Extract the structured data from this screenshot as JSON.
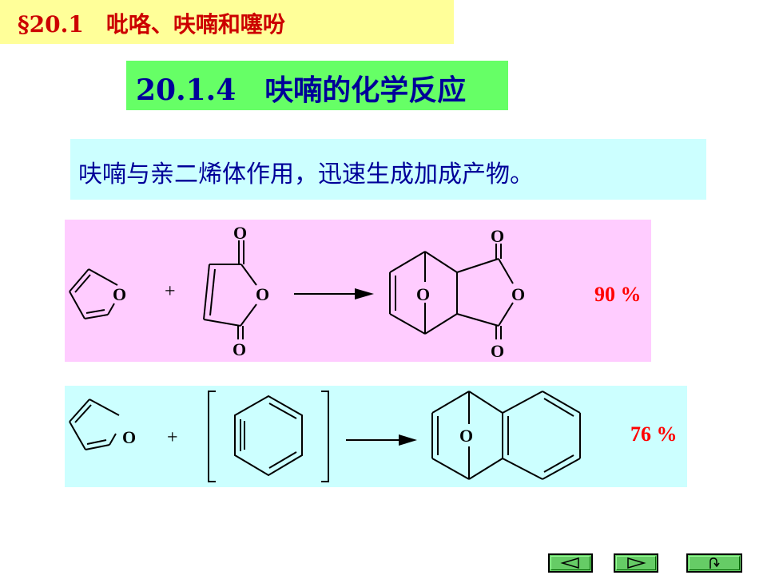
{
  "header": {
    "section_title": "§20.1　吡咯、呋喃和噻吩"
  },
  "subtitle": {
    "text": "20.1.4　呋喃的化学反应"
  },
  "description": {
    "text": "呋喃与亲二烯体作用，迅速生成加成产物。"
  },
  "reactions": [
    {
      "atoms": {
        "furan_o": "O",
        "anhydride_o": "O",
        "carbonyl_o": "O"
      },
      "plus": "+",
      "yield": "90 %"
    },
    {
      "atoms": {
        "furan_o": "O",
        "bridge_o": "O"
      },
      "plus": "+",
      "yield": "76 %"
    }
  ],
  "colors": {
    "header_bg": "#ffff99",
    "header_text": "#cc0000",
    "subtitle_bg": "#66ff66",
    "subtitle_text": "#000099",
    "desc_bg": "#ccffff",
    "rxn1_bg": "#ffccff",
    "rxn2_bg": "#ccffff",
    "yield_text": "#ff0000",
    "nav_button": "#66cc66"
  },
  "navigation": {
    "prev_icon": "triangle-left-icon",
    "next_icon": "triangle-right-icon",
    "return_icon": "return-arrow-icon"
  }
}
